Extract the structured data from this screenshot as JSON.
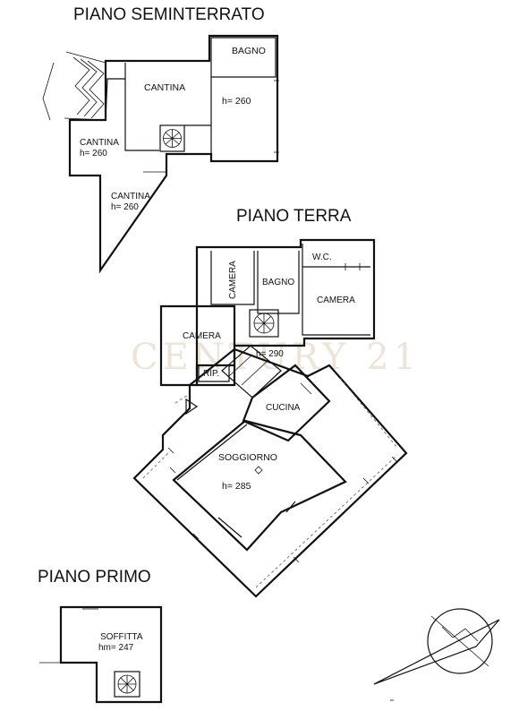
{
  "floors": {
    "basement": {
      "title": "PIANO SEMINTERRATO",
      "rooms": {
        "bagno": "BAGNO",
        "cantina_main": "CANTINA",
        "main_height": "h= 260",
        "cantina_left": "CANTINA",
        "cantina_left_height": "h= 260",
        "cantina_bottom": "CANTINA",
        "cantina_bottom_height": "h= 260"
      }
    },
    "ground": {
      "title": "PIANO TERRA",
      "rooms": {
        "wc": "W.C.",
        "camera_vertical": "CAMERA",
        "bagno": "BAGNO",
        "camera_right": "CAMERA",
        "camera_left": "CAMERA",
        "height_stairs": "h= 290",
        "rip": "RIP.",
        "cucina": "CUCINA",
        "soggiorno": "SOGGIORNO",
        "soggiorno_height": "h= 285"
      }
    },
    "first": {
      "title": "PIANO PRIMO",
      "rooms": {
        "soffitta": "SOFFITTA",
        "soffitta_height": "hm= 247"
      }
    }
  },
  "watermark": "CENTURY 21"
}
